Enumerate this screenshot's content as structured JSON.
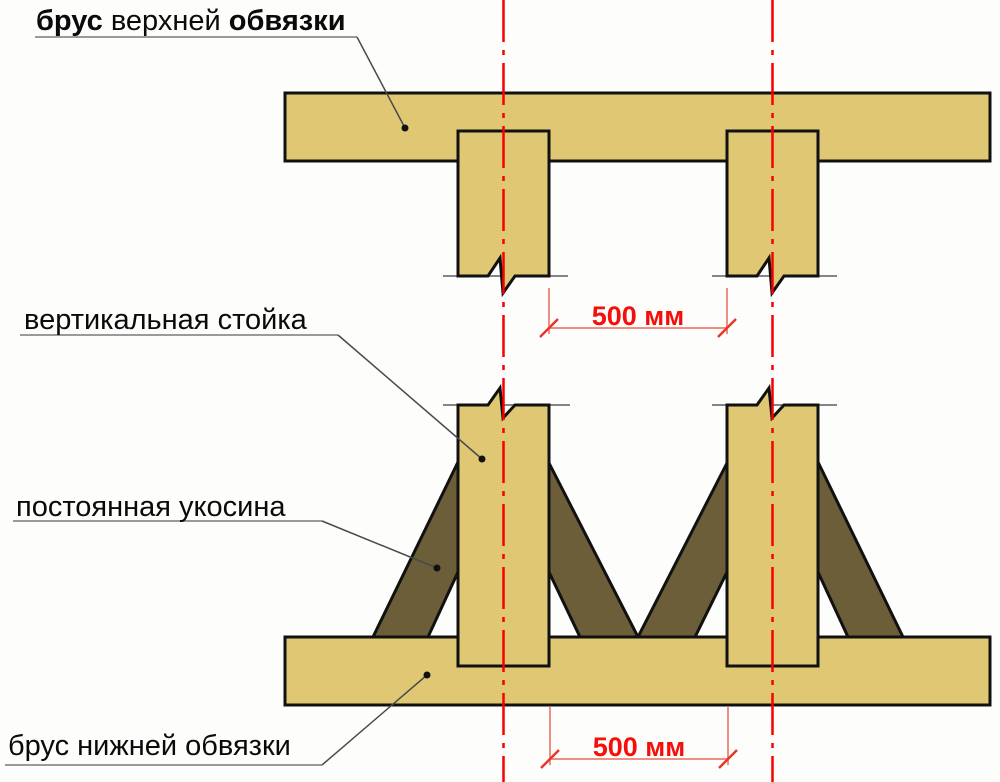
{
  "diagram": {
    "title_note": "timber frame wall framing detail",
    "labels": {
      "top_beam": {
        "w1": "брус",
        "w2": "верхней",
        "w3": "обвязки"
      },
      "vertical_post": "вертикальная стойка",
      "brace": "постоянная укосина",
      "bottom_beam": "брус нижней обвязки"
    },
    "dimensions": {
      "top": "500 мм",
      "bottom": "500 мм"
    }
  },
  "colors": {
    "wood": "#dfc774",
    "brace": "#6b5e38",
    "outline": "#111111",
    "cutline": "#858585",
    "centerline": "#f80000",
    "underline": "#9a9a9a",
    "leader": "#4a4a4a",
    "dimension_line": "#ef8e82",
    "dimension_tick": "#e8362a",
    "dimension_text": "#f50f0a"
  }
}
